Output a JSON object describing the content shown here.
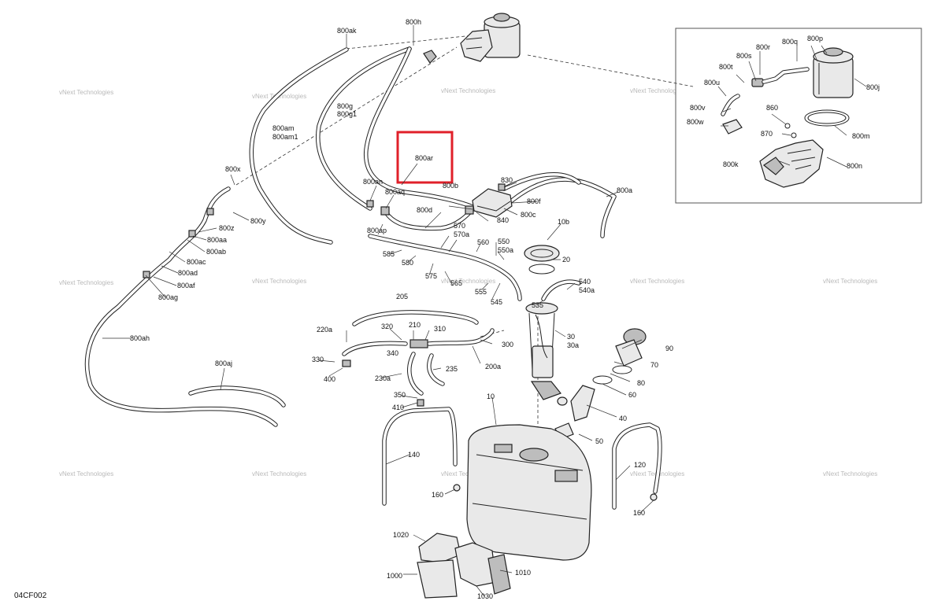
{
  "diagram": {
    "code": "04CF002",
    "watermark": [
      "vNext Technologies",
      "vNext Technologies"
    ],
    "highlight_label": "800ar",
    "labels": [
      {
        "id": "800ak",
        "t": "800ak"
      },
      {
        "id": "800h",
        "t": "800h"
      },
      {
        "id": "800g",
        "t": "800g"
      },
      {
        "id": "800g1",
        "t": "800g1"
      },
      {
        "id": "800am",
        "t": "800am"
      },
      {
        "id": "800am1",
        "t": "800am1"
      },
      {
        "id": "800x",
        "t": "800x"
      },
      {
        "id": "800an",
        "t": "800an"
      },
      {
        "id": "800aq",
        "t": "800aq"
      },
      {
        "id": "800b",
        "t": "800b"
      },
      {
        "id": "830",
        "t": "830"
      },
      {
        "id": "800a",
        "t": "800a"
      },
      {
        "id": "800f",
        "t": "800f"
      },
      {
        "id": "800c",
        "t": "800c"
      },
      {
        "id": "800d",
        "t": "800d"
      },
      {
        "id": "840",
        "t": "840"
      },
      {
        "id": "800ap",
        "t": "800ap"
      },
      {
        "id": "800y",
        "t": "800y"
      },
      {
        "id": "800z",
        "t": "800z"
      },
      {
        "id": "800aa",
        "t": "800aa"
      },
      {
        "id": "800ab",
        "t": "800ab"
      },
      {
        "id": "800ac",
        "t": "800ac"
      },
      {
        "id": "800ad",
        "t": "800ad"
      },
      {
        "id": "800af",
        "t": "800af"
      },
      {
        "id": "800ag",
        "t": "800ag"
      },
      {
        "id": "800ah",
        "t": "800ah"
      },
      {
        "id": "800aj",
        "t": "800aj"
      },
      {
        "id": "570",
        "t": "570"
      },
      {
        "id": "570a",
        "t": "570a"
      },
      {
        "id": "585",
        "t": "585"
      },
      {
        "id": "580",
        "t": "580"
      },
      {
        "id": "575",
        "t": "575"
      },
      {
        "id": "565",
        "t": "565"
      },
      {
        "id": "560",
        "t": "560"
      },
      {
        "id": "550",
        "t": "550"
      },
      {
        "id": "550a",
        "t": "550a"
      },
      {
        "id": "555",
        "t": "555"
      },
      {
        "id": "545",
        "t": "545"
      },
      {
        "id": "535",
        "t": "535"
      },
      {
        "id": "540",
        "t": "540"
      },
      {
        "id": "540a",
        "t": "540a"
      },
      {
        "id": "10b",
        "t": "10b"
      },
      {
        "id": "20",
        "t": "20"
      },
      {
        "id": "205",
        "t": "205"
      },
      {
        "id": "220a",
        "t": "220a"
      },
      {
        "id": "320",
        "t": "320"
      },
      {
        "id": "210",
        "t": "210"
      },
      {
        "id": "310",
        "t": "310"
      },
      {
        "id": "300",
        "t": "300"
      },
      {
        "id": "330",
        "t": "330"
      },
      {
        "id": "340",
        "t": "340"
      },
      {
        "id": "400",
        "t": "400"
      },
      {
        "id": "230a",
        "t": "230a"
      },
      {
        "id": "235",
        "t": "235"
      },
      {
        "id": "200a",
        "t": "200a"
      },
      {
        "id": "350",
        "t": "350"
      },
      {
        "id": "410",
        "t": "410"
      },
      {
        "id": "30",
        "t": "30"
      },
      {
        "id": "30a",
        "t": "30a"
      },
      {
        "id": "90",
        "t": "90"
      },
      {
        "id": "70",
        "t": "70"
      },
      {
        "id": "80",
        "t": "80"
      },
      {
        "id": "60",
        "t": "60"
      },
      {
        "id": "40",
        "t": "40"
      },
      {
        "id": "10",
        "t": "10"
      },
      {
        "id": "50",
        "t": "50"
      },
      {
        "id": "140",
        "t": "140"
      },
      {
        "id": "120",
        "t": "120"
      },
      {
        "id": "160a",
        "t": "160"
      },
      {
        "id": "160b",
        "t": "160"
      },
      {
        "id": "1020",
        "t": "1020"
      },
      {
        "id": "1000",
        "t": "1000"
      },
      {
        "id": "1010",
        "t": "1010"
      },
      {
        "id": "1030",
        "t": "1030"
      },
      {
        "id": "800q",
        "t": "800q"
      },
      {
        "id": "800p",
        "t": "800p"
      },
      {
        "id": "800r",
        "t": "800r"
      },
      {
        "id": "800s",
        "t": "800s"
      },
      {
        "id": "800t",
        "t": "800t"
      },
      {
        "id": "800u",
        "t": "800u"
      },
      {
        "id": "800j",
        "t": "800j"
      },
      {
        "id": "800v",
        "t": "800v"
      },
      {
        "id": "860",
        "t": "860"
      },
      {
        "id": "800w",
        "t": "800w"
      },
      {
        "id": "870",
        "t": "870"
      },
      {
        "id": "800m",
        "t": "800m"
      },
      {
        "id": "800k",
        "t": "800k"
      },
      {
        "id": "800n",
        "t": "800n"
      }
    ]
  }
}
